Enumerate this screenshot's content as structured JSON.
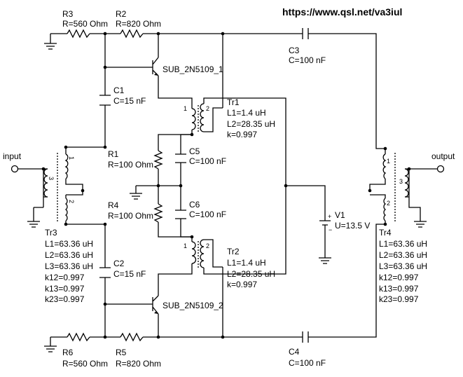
{
  "url": "https://www.qsl.net/va3iul",
  "ports": {
    "input": "input",
    "output": "output"
  },
  "resistors": {
    "R3": {
      "name": "R3",
      "value": "R=560 Ohm"
    },
    "R2": {
      "name": "R2",
      "value": "R=820 Ohm"
    },
    "R1": {
      "name": "R1",
      "value": "R=100 Ohm"
    },
    "R4": {
      "name": "R4",
      "value": "R=100 Ohm"
    },
    "R6": {
      "name": "R6",
      "value": "R=560 Ohm"
    },
    "R5": {
      "name": "R5",
      "value": "R=820 Ohm"
    }
  },
  "capacitors": {
    "C1": {
      "name": "C1",
      "value": "C=15 nF"
    },
    "C2": {
      "name": "C2",
      "value": "C=15 nF"
    },
    "C3": {
      "name": "C3",
      "value": "C=100 nF"
    },
    "C4": {
      "name": "C4",
      "value": "C=100 nF"
    },
    "C5": {
      "name": "C5",
      "value": "C=100 nF"
    },
    "C6": {
      "name": "C6",
      "value": "C=100 nF"
    }
  },
  "transistors": {
    "Q1": "SUB_2N5109_1",
    "Q2": "SUB_2N5109_2"
  },
  "transformers": {
    "Tr1": {
      "name": "Tr1",
      "l1": "L1=1.4 uH",
      "l2": "L2=28.35 uH",
      "k": "k=0.997"
    },
    "Tr2": {
      "name": "Tr2",
      "l1": "L1=1.4 uH",
      "l2": "L2=28.35 uH",
      "k": "k=0.997"
    },
    "Tr3": {
      "name": "Tr3",
      "l1": "L1=63.36 uH",
      "l2": "L2=63.36 uH",
      "l3": "L3=63.36 uH",
      "k12": "k12=0.997",
      "k13": "k13=0.997",
      "k23": "k23=0.997"
    },
    "Tr4": {
      "name": "Tr4",
      "l1": "L1=63.36 uH",
      "l2": "L2=63.36 uH",
      "l3": "L3=63.36 uH",
      "k12": "k12=0.997",
      "k13": "k13=0.997",
      "k23": "k23=0.997"
    }
  },
  "source": {
    "name": "V1",
    "value": "U=13.5 V"
  },
  "pins": {
    "one": "1",
    "two": "2",
    "three": "3"
  }
}
